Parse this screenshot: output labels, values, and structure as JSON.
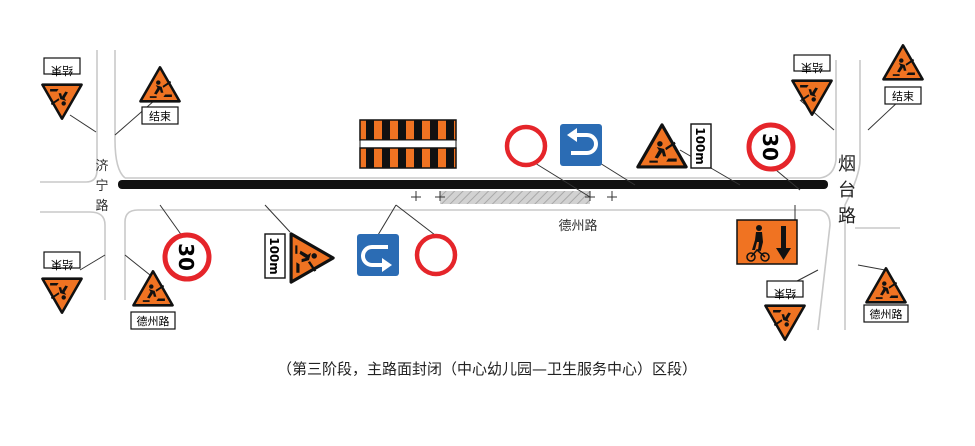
{
  "streets": {
    "jining": "济宁路",
    "yantai": "烟台路",
    "dezhou": "德州路"
  },
  "caption": "（第三阶段，主路面封闭（中心幼儿园—卫生服务中心）区段）",
  "signs": {
    "end_label": "结束",
    "street_label": "德州路",
    "distance_label": "100m",
    "speed_limit": "30"
  },
  "colors": {
    "warning_orange": "#f07322",
    "sign_blue": "#2b6cb4",
    "prohibit_red": "#e5252a",
    "closure_black": "#111111",
    "closure_area": "#c8c8c8"
  },
  "icons": [
    "road-work-icon",
    "u-turn-icon",
    "no-entry-icon",
    "bicycle-icon",
    "pedestrian-icon",
    "down-arrow-icon"
  ]
}
